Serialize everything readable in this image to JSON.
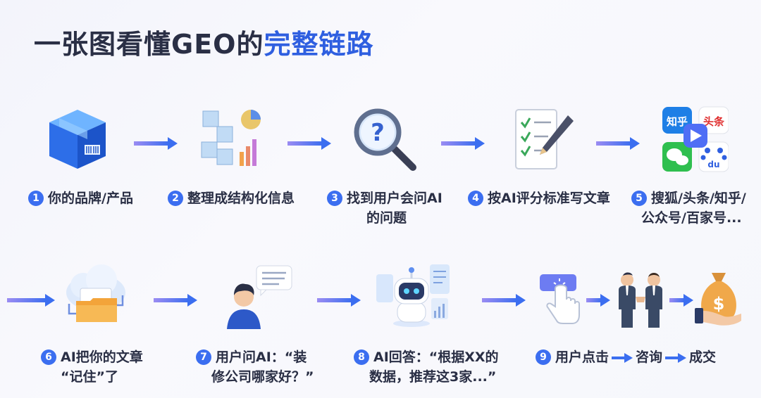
{
  "title": {
    "part1": "一张图看懂GEO的",
    "part2": "完整链路"
  },
  "steps": [
    {
      "num": "1",
      "line1": "你的品牌/产品",
      "line2": "",
      "icon": "product-box-icon"
    },
    {
      "num": "2",
      "line1": "整理成结构化信息",
      "line2": "",
      "icon": "structured-data-icon"
    },
    {
      "num": "3",
      "line1": "找到用户会问AI",
      "line2": "的问题",
      "icon": "question-magnifier-icon"
    },
    {
      "num": "4",
      "line1": "按AI评分标准写文章",
      "line2": "",
      "icon": "checklist-pen-icon"
    },
    {
      "num": "5",
      "line1": "搜狐/头条/知乎/",
      "line2": "公众号/百家号...",
      "icon": "platform-apps-icon"
    },
    {
      "num": "6",
      "line1": "AI把你的文章",
      "line2": "“记住”了",
      "icon": "cloud-folder-icon"
    },
    {
      "num": "7",
      "line1": "用户问AI：“装",
      "line2": "修公司哪家好？”",
      "icon": "user-question-icon"
    },
    {
      "num": "8",
      "line1": "AI回答：“根据XX的",
      "line2": "数据，推荐这3家...”",
      "icon": "ai-robot-icon"
    },
    {
      "num": "9",
      "line1": "用户点击",
      "line2": "",
      "icon": "click-hand-icon"
    }
  ],
  "final_stages": {
    "consult": "咨询",
    "deal": "成交"
  },
  "platform_labels": {
    "zhihu": "知乎",
    "toutiao": "头条",
    "baidu": "du"
  },
  "colors": {
    "accent": "#2f5fe0",
    "badge": "#3b6ef0",
    "arrow_start": "#8a7cf0",
    "arrow_end": "#3b6ef0"
  }
}
